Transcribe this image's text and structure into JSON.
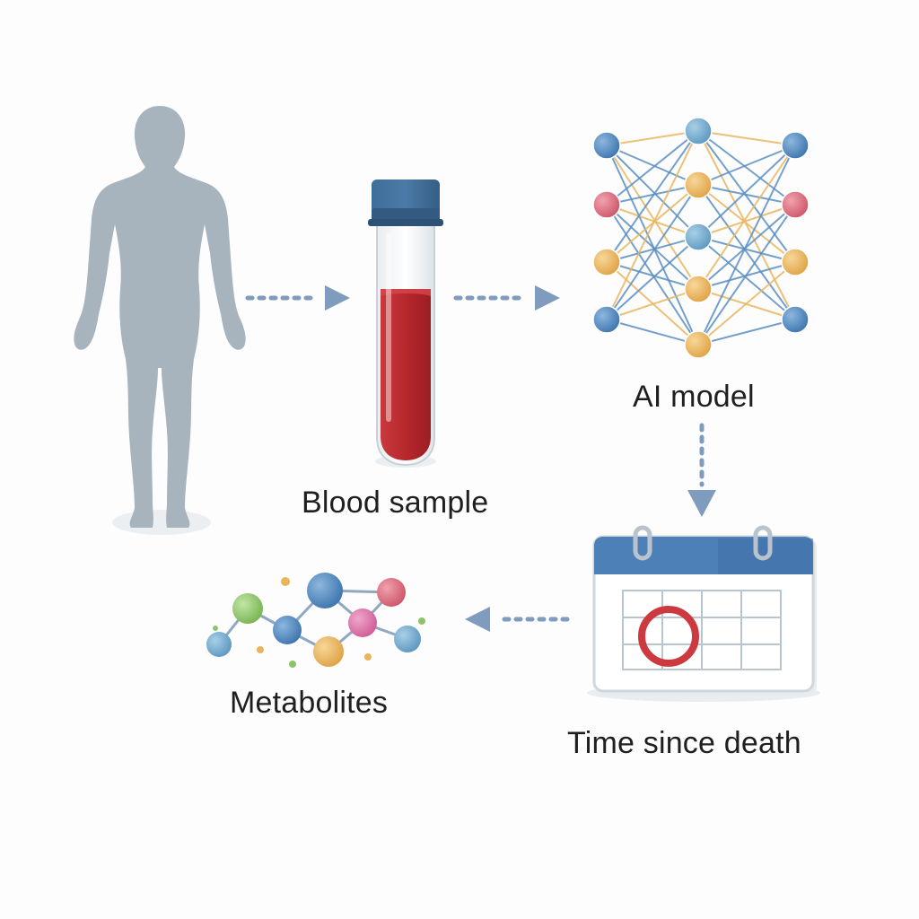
{
  "diagram": {
    "nodes": [
      {
        "id": "body",
        "label": "",
        "icon": "human-body-icon"
      },
      {
        "id": "blood",
        "label": "Blood sample",
        "icon": "test-tube-icon"
      },
      {
        "id": "ai",
        "label": "AI model",
        "icon": "neural-network-icon"
      },
      {
        "id": "time",
        "label": "Time since death",
        "icon": "calendar-icon"
      },
      {
        "id": "metabolites",
        "label": "Metabolites",
        "icon": "molecule-icon"
      }
    ],
    "flow": [
      {
        "from": "body",
        "to": "blood"
      },
      {
        "from": "blood",
        "to": "ai"
      },
      {
        "from": "ai",
        "to": "time"
      },
      {
        "from": "time",
        "to": "metabolites"
      }
    ]
  },
  "labels": {
    "blood": "Blood sample",
    "ai": "AI model",
    "metabolites": "Metabolites",
    "time": "Time since death"
  },
  "colors": {
    "body": "#a7b4bd",
    "arrow": "#7f9bbd",
    "blood": "#b5262c",
    "cap": "#3e6f99",
    "node_blue": "#4a86c0",
    "node_red": "#d9677a",
    "node_yellow": "#e9b55a",
    "node_green": "#8cc46a",
    "calendar_header": "#4e80b8",
    "calendar_circle": "#cc3a3f"
  }
}
